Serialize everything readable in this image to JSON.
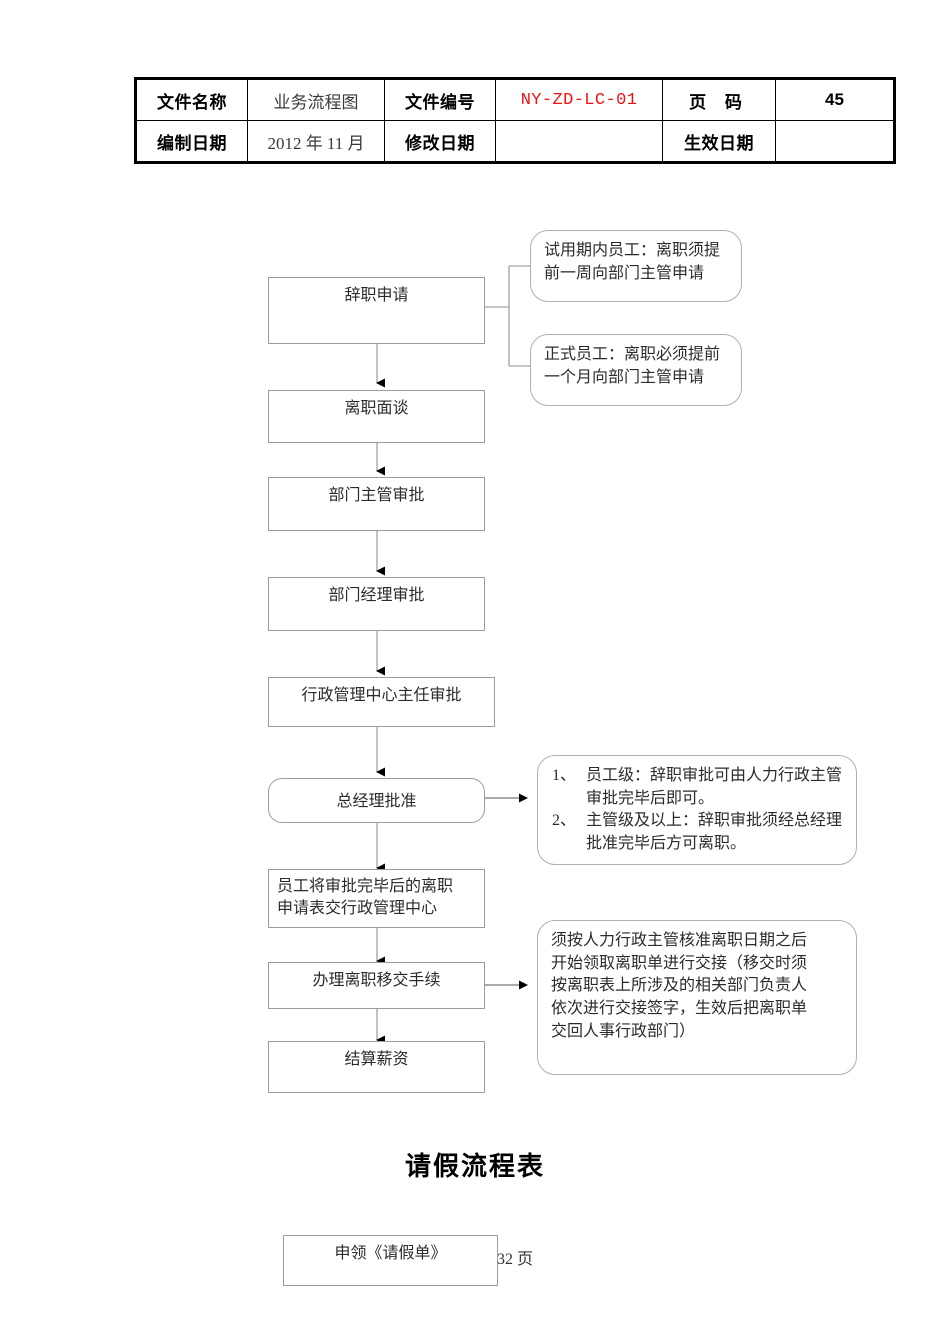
{
  "document": {
    "header_table": {
      "rows": [
        [
          {
            "text": "文件名称",
            "style": "label"
          },
          {
            "text": "业务流程图",
            "style": "value"
          },
          {
            "text": "文件编号",
            "style": "label"
          },
          {
            "text": "NY-ZD-LC-01",
            "style": "value-red"
          },
          {
            "text": "页  码",
            "style": "label-spaced"
          },
          {
            "text": "45",
            "style": "value-bold"
          }
        ],
        [
          {
            "text": "编制日期",
            "style": "label"
          },
          {
            "text": "2012 年 11 月",
            "style": "value"
          },
          {
            "text": "修改日期",
            "style": "label"
          },
          {
            "text": "",
            "style": "value"
          },
          {
            "text": "生效日期",
            "style": "label"
          },
          {
            "text": "",
            "style": "value"
          }
        ]
      ]
    },
    "accent_color_red": "#ee1111",
    "border_color": "#9c9c9c",
    "page_footer": "32 页"
  },
  "flowchart": {
    "nodes": [
      {
        "id": "resign-application",
        "label": "辞职申请"
      },
      {
        "id": "exit-interview",
        "label": "离职面谈"
      },
      {
        "id": "supervisor-approval",
        "label": "部门主管审批"
      },
      {
        "id": "manager-approval",
        "label": "部门经理审批"
      },
      {
        "id": "admin-center-approval",
        "label": "行政管理中心主任审批"
      },
      {
        "id": "gm-approval",
        "label": "总经理批准"
      },
      {
        "id": "submit-form",
        "label_line1": "员工将审批完毕后的离职",
        "label_line2": "申请表交行政管理中心"
      },
      {
        "id": "handover-procedure",
        "label": "办理离职移交手续"
      },
      {
        "id": "settle-salary",
        "label": "结算薪资"
      }
    ],
    "callouts": [
      {
        "id": "probation-note",
        "lines": [
          "试用期内员工：离职须提",
          "前一周向部门主管申请"
        ]
      },
      {
        "id": "regular-employee-note",
        "lines": [
          "正式员工：离职必须提前",
          "一个月向部门主管申请"
        ]
      },
      {
        "id": "approval-levels-note",
        "items": [
          {
            "num": "1、",
            "text": "员工级：辞职审批可由人力行政主管审批完毕后即可。"
          },
          {
            "num": "2、",
            "text": "主管级及以上：辞职审批须经总经理批准完毕后方可离职。"
          }
        ]
      },
      {
        "id": "handover-note",
        "lines": [
          "须按人力行政主管核准离职日期之后",
          "开始领取离职单进行交接（移交时须",
          "按离职表上所涉及的相关部门负责人",
          "依次进行交接签字，生效后把离职单",
          "交回人事行政部门）"
        ]
      }
    ]
  },
  "leave_section": {
    "title": "请假流程表",
    "nodes": [
      {
        "id": "apply-leave-form",
        "label": "申领《请假单》"
      }
    ]
  }
}
